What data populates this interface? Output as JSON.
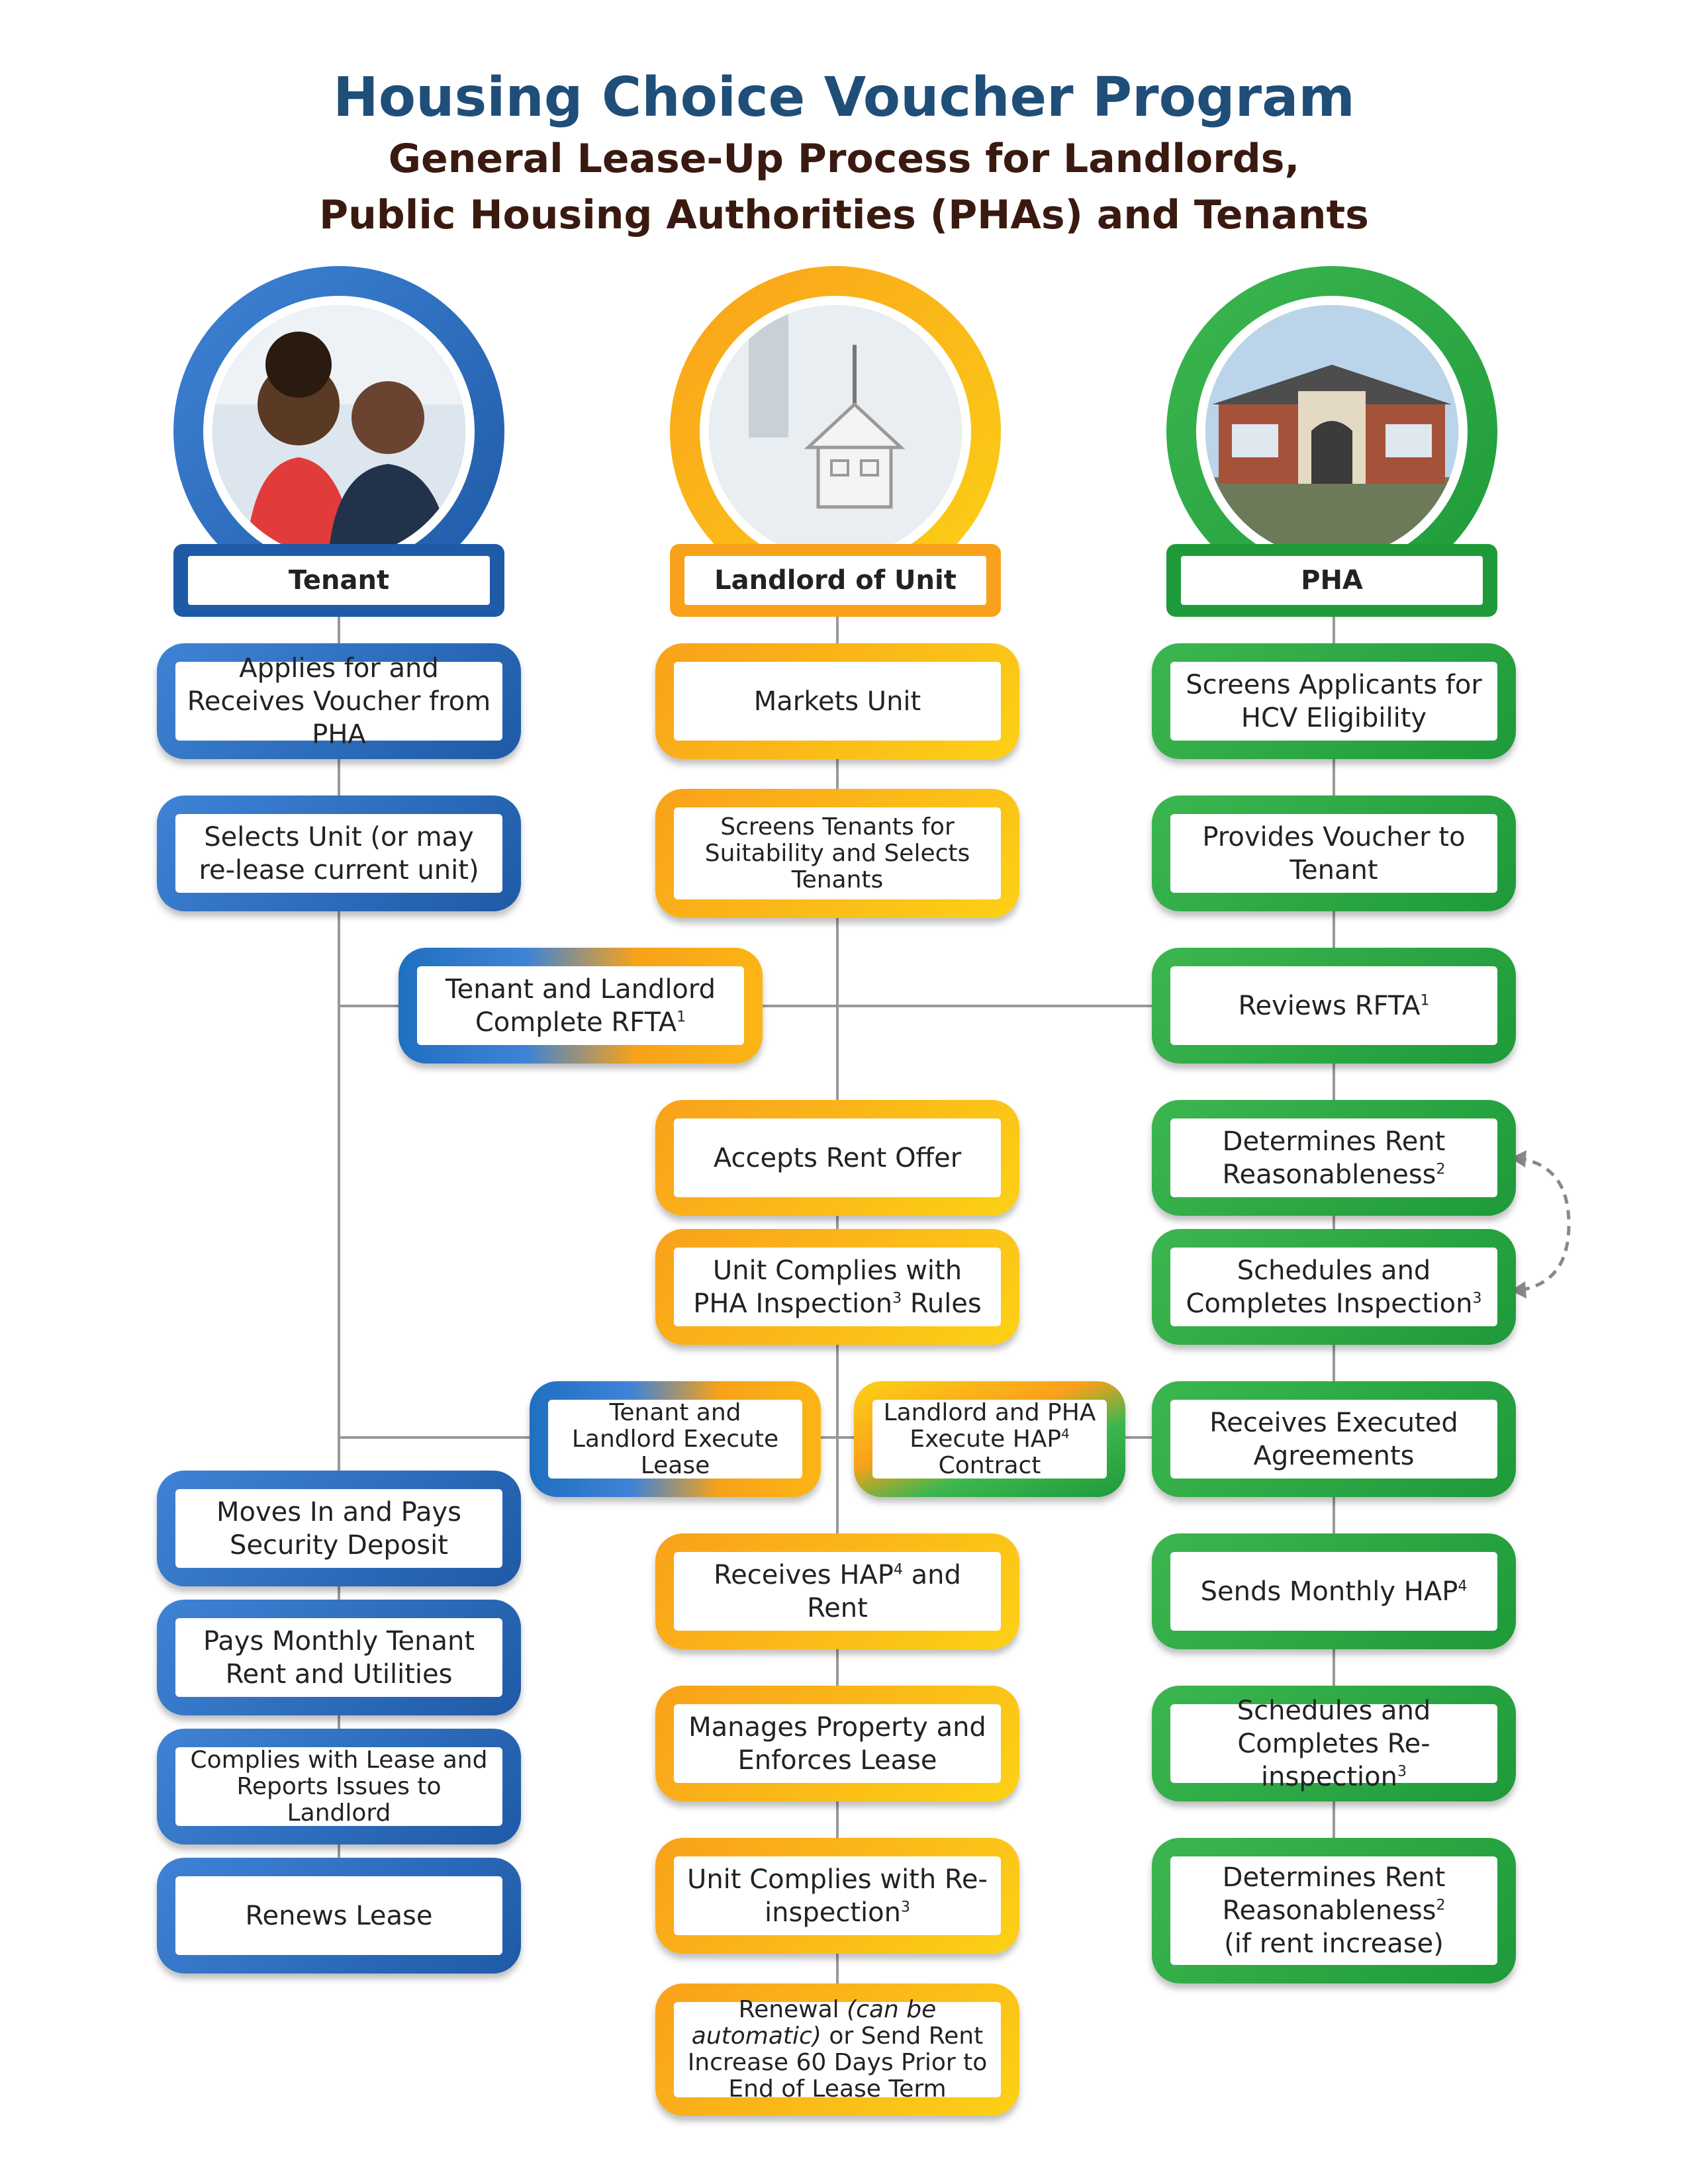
{
  "title": "Housing Choice Voucher Program",
  "subtitle_line1": "General Lease-Up Process for Landlords,",
  "subtitle_line2": "Public Housing Authorities (PHAs) and Tenants",
  "columns": {
    "tenant": "Tenant",
    "landlord": "Landlord of Unit",
    "pha": "PHA"
  },
  "tenant_steps": {
    "applies": "Applies for and Receives Voucher from PHA",
    "selects": "Selects Unit (or may re-lease current unit)",
    "moves_in": "Moves In and Pays Security Deposit",
    "pays_rent": "Pays Monthly Tenant Rent and Utilities",
    "complies": "Complies with Lease and Reports Issues to Landlord",
    "renews": "Renews Lease"
  },
  "landlord_steps": {
    "markets": "Markets Unit",
    "screens": "Screens Tenants for Suitability and Selects Tenants",
    "accepts": "Accepts Rent Offer",
    "complies_inspection": "Unit Complies with PHA Inspection",
    "complies_inspection_sup": "3",
    "complies_inspection_end": " Rules",
    "receives_hap": "Receives HAP",
    "receives_hap_sup": "4",
    "receives_hap_end": " and Rent",
    "manages": "Manages Property and Enforces Lease",
    "reinspection": "Unit Complies with Re-inspection",
    "reinspection_sup": "3",
    "renewal_a": "Renewal ",
    "renewal_b": "(can be automatic)",
    "renewal_c": " or Send Rent Increase 60 Days Prior to End of Lease Term"
  },
  "pha_steps": {
    "screens": "Screens Applicants for HCV Eligibility",
    "provides": "Provides Voucher to Tenant",
    "reviews": "Reviews RFTA",
    "reviews_sup": "1",
    "determines": "Determines Rent Reasonableness",
    "determines_sup": "2",
    "schedules": "Schedules and Completes Inspection",
    "schedules_sup": "3",
    "receives": "Receives Executed Agreements",
    "sends": "Sends Monthly HAP",
    "sends_sup": "4",
    "reschedules": "Schedules and Completes Re-inspection",
    "reschedules_sup": "3",
    "determines2_a": "Determines Rent Reasonableness",
    "determines2_sup": "2",
    "determines2_b": "(if rent increase)"
  },
  "joint_steps": {
    "rfta": "Tenant and Landlord Complete RFTA",
    "rfta_sup": "1",
    "execute_lease": "Tenant and Landlord Execute Lease",
    "hap_contract_a": "Landlord and PHA Execute HAP",
    "hap_contract_sup": "4",
    "hap_contract_b": " Contract"
  },
  "colors": {
    "title": "#1f4e79",
    "subtitle": "#3a1a10",
    "tenant_blue": "#1e5aa6",
    "landlord_orange": "#f9a11b",
    "pha_green": "#1e9a3a",
    "connector": "#999999"
  }
}
